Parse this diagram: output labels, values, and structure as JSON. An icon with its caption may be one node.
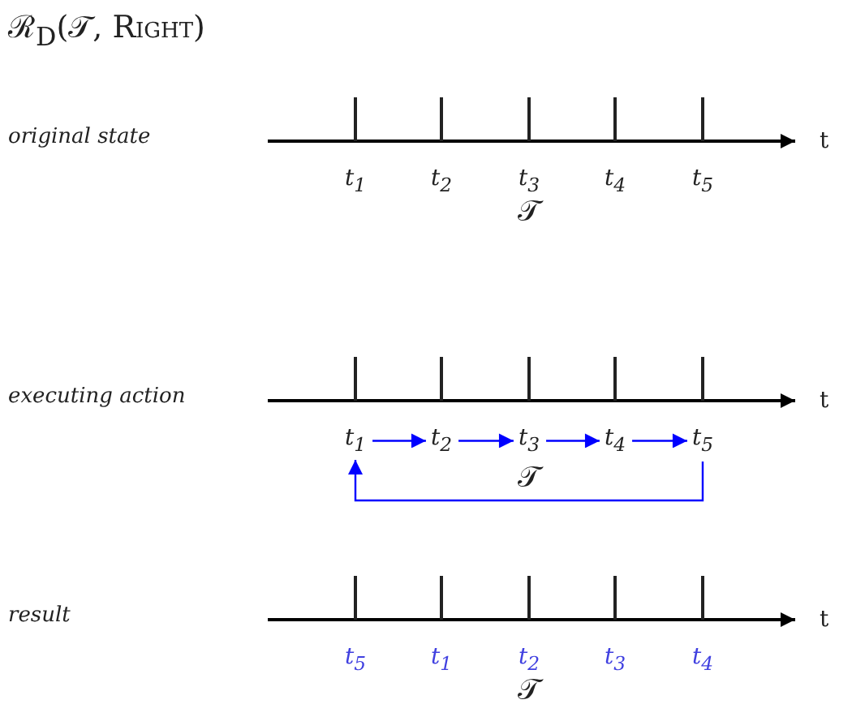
{
  "diagram": {
    "title": "ℛ$_{D}$(𝒯, Right)",
    "nodes": [
      {
        "text": [
          "t$_{1}$"
        ]
      },
      {
        "text": [
          "t$_{2}$"
        ]
      },
      {
        "text": [
          "t$_{3}$"
        ]
      },
      {
        "text": [
          "t$_{4}$"
        ]
      },
      {
        "text": [
          "t$_{5}$"
        ]
      }
    ],
    "edges": [
      {
        "from": 0,
        "to": 1,
        "arrow": "to"
      },
      {
        "from": 1,
        "to": 2,
        "arrow": "to"
      },
      {
        "from": 2,
        "to": 3,
        "arrow": "to"
      },
      {
        "from": 3,
        "to": 4,
        "arrow": "to"
      },
      {
        "from": 4,
        "to": 0,
        "arrow": "to"
      }
    ],
    "labels": [
      "original state",
      "t",
      "t$_{1}$",
      "t$_{2}$",
      "t$_{3}$",
      "t$_{4}$",
      "t$_{5}$",
      "𝒯",
      "executing action",
      "t",
      "𝒯",
      "result",
      "t",
      "t$_{5}$",
      "t$_{1}$",
      "t$_{2}$",
      "t$_{3}$",
      "t$_{4}$",
      "𝒯"
    ]
  }
}
